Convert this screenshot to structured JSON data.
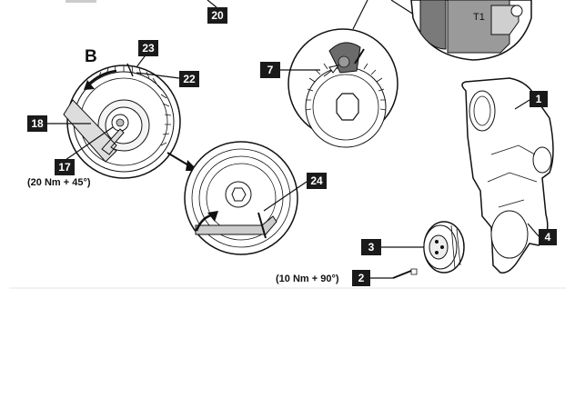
{
  "callouts": {
    "c1": "1",
    "c2": "2",
    "c3": "3",
    "c4": "4",
    "c7": "7",
    "c17": "17",
    "c18": "18",
    "c20": "20",
    "c22": "22",
    "c23": "23",
    "c24": "24"
  },
  "labels": {
    "view_letter": "B",
    "torque_17": "(20 Nm + 45°)",
    "torque_2": "(10 Nm + 90°)",
    "tool_mark": "T1"
  }
}
